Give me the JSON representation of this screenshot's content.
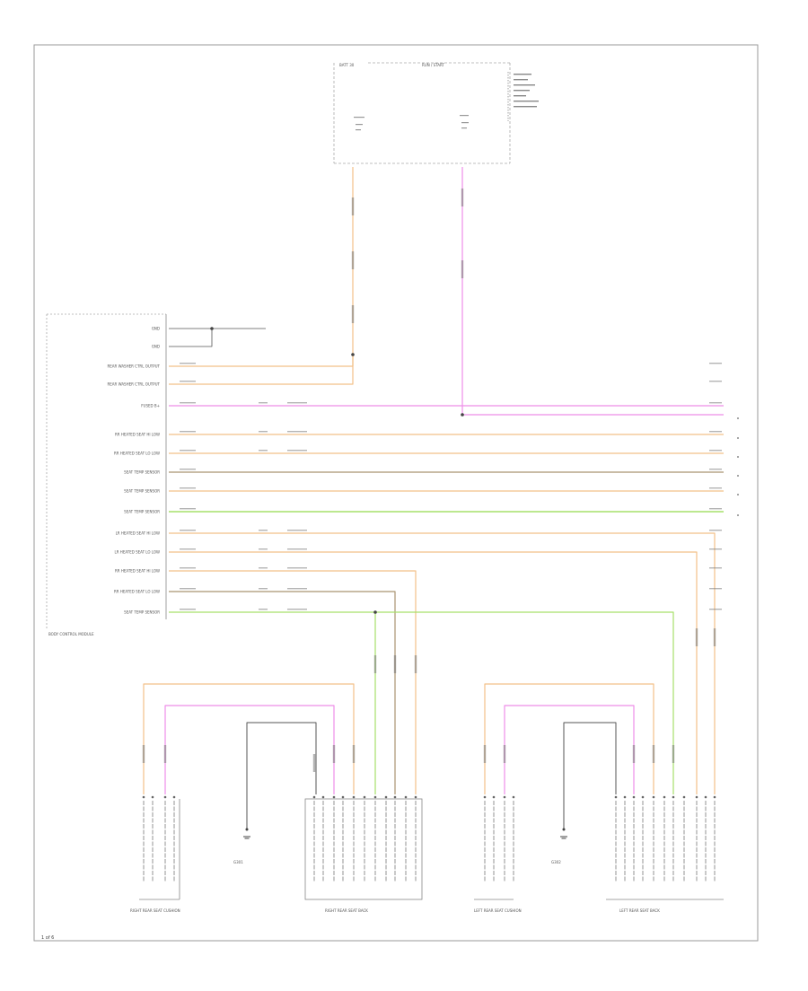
{
  "footer": "1 of 6",
  "module_label": "BODY CONTROL MODULE",
  "top_box": {
    "left_label": "BATT 30",
    "right_label": "RUN / START"
  },
  "pins_left": [
    "GND",
    "GND",
    "REAR WASHER CTRL OUTPUT",
    "REAR WASHER CTRL OUTPUT",
    "FUSED B+",
    "RR HEATED SEAT HI LOW",
    "RR HEATED SEAT LO LOW",
    "SEAT TEMP SENSOR",
    "SEAT TEMP SENSOR",
    "SEAT TEMP SENSOR",
    "LR HEATED SEAT HI LOW",
    "LR HEATED SEAT LO LOW",
    "RR HEATED SEAT HI LOW",
    "RR HEATED SEAT LO LOW",
    "SEAT TEMP SENSOR"
  ],
  "bottom_labels": {
    "right_cushion": "RIGHT REAR SEAT CUSHION",
    "right_back": "RIGHT REAR SEAT BACK",
    "left_cushion": "LEFT REAR SEAT CUSHION",
    "left_back": "LEFT REAR SEAT BACK",
    "ground_right": "G301",
    "ground_left": "G302"
  },
  "colors": {
    "orange": "#f2c089",
    "pink": "#ee8ee8",
    "green": "#a6e06a",
    "brown": "#a99370",
    "frame": "#9a9a9a",
    "wire_dark": "#555555"
  }
}
